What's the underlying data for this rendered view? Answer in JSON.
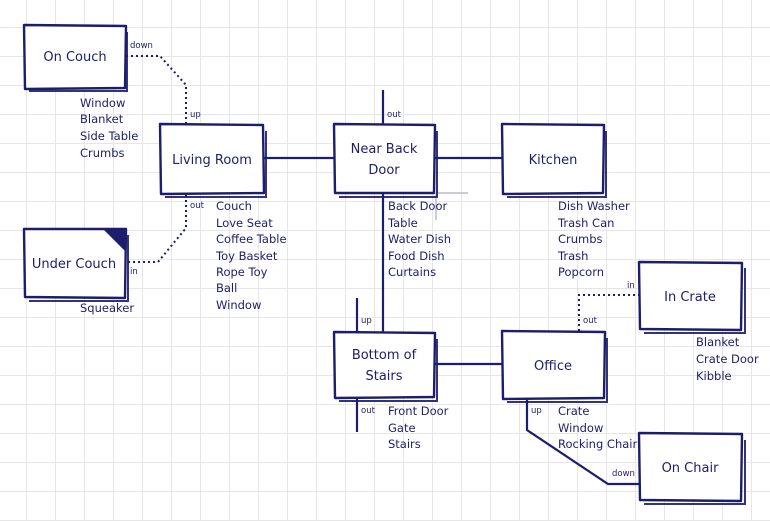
{
  "rooms": {
    "on_couch": {
      "label": "On Couch",
      "items": [
        "Window",
        "Blanket",
        "Side Table",
        "Crumbs"
      ]
    },
    "living_room": {
      "label": "Living Room",
      "items": [
        "Couch",
        "Love Seat",
        "Coffee Table",
        "Toy Basket",
        "Rope Toy",
        "Ball",
        "Window"
      ]
    },
    "under_couch": {
      "label": "Under Couch",
      "items": [
        "Squeaker"
      ]
    },
    "near_back_door": {
      "label_line1": "Near Back",
      "label_line2": "Door",
      "items": [
        "Back Door",
        "Table",
        "Water Dish",
        "Food Dish",
        "Curtains"
      ]
    },
    "kitchen": {
      "label": "Kitchen",
      "items": [
        "Dish Washer",
        "Trash Can",
        "Crumbs",
        "Trash",
        "Popcorn"
      ]
    },
    "in_crate": {
      "label": "In Crate",
      "items": [
        "Blanket",
        "Crate Door",
        "Kibble"
      ]
    },
    "bottom_of_stairs": {
      "label_line1": "Bottom of",
      "label_line2": "Stairs",
      "items": [
        "Front Door",
        "Gate",
        "Stairs"
      ]
    },
    "office": {
      "label": "Office",
      "items": [
        "Crate",
        "Window",
        "Rocking Chair"
      ]
    },
    "on_chair": {
      "label": "On Chair"
    }
  },
  "connectors": {
    "on_couch_down": "down",
    "living_up": "up",
    "living_out": "out",
    "under_couch_in": "in",
    "back_door_out": "out",
    "stairs_up": "up",
    "stairs_out": "out",
    "crate_in": "in",
    "office_out": "out",
    "office_up": "up",
    "chair_down": "down"
  }
}
